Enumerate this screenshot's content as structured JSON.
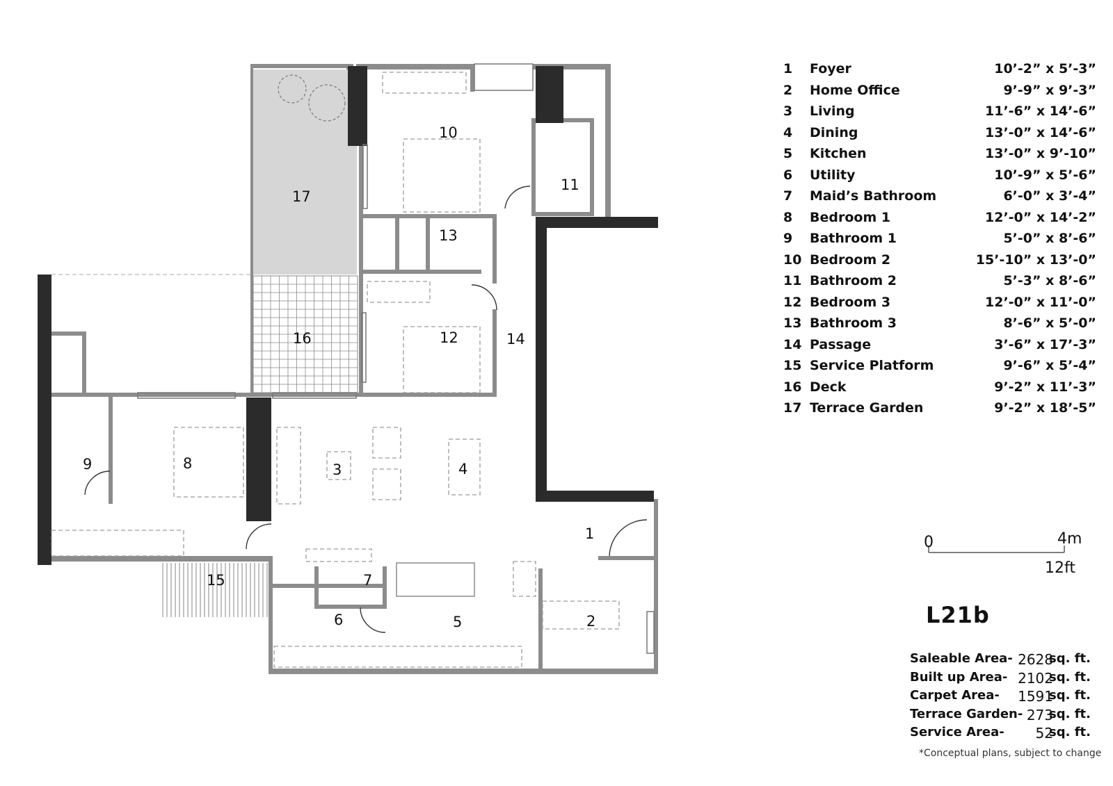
{
  "rooms": [
    {
      "num": "1",
      "name": "Foyer",
      "dim": "10’-2” x 5’-3”"
    },
    {
      "num": "2",
      "name": "Home Office",
      "dim": "9’-9” x 9’-3”"
    },
    {
      "num": "3",
      "name": "Living",
      "dim": "11’-6” x 14’-6”"
    },
    {
      "num": "4",
      "name": "Dining",
      "dim": "13’-0” x 14’-6”"
    },
    {
      "num": "5",
      "name": "Kitchen",
      "dim": "13’-0” x 9’-10”"
    },
    {
      "num": "6",
      "name": "Utility",
      "dim": "10’-9” x 5’-6”"
    },
    {
      "num": "7",
      "name": "Maid’s Bathroom",
      "dim": "6’-0” x 3’-4”"
    },
    {
      "num": "8",
      "name": "Bedroom 1",
      "dim": "12’-0” x 14’-2”"
    },
    {
      "num": "9",
      "name": "Bathroom 1",
      "dim": "5’-0” x 8’-6”"
    },
    {
      "num": "10",
      "name": "Bedroom 2",
      "dim": "15’-10” x 13’-0”"
    },
    {
      "num": "11",
      "name": "Bathroom 2",
      "dim": "5’-3” x  8’-6”"
    },
    {
      "num": "12",
      "name": "Bedroom 3",
      "dim": "12’-0” x 11’-0”"
    },
    {
      "num": "13",
      "name": "Bathroom 3",
      "dim": "8’-6” x 5’-0”"
    },
    {
      "num": "14",
      "name": "Passage",
      "dim": "3’-6” x 17’-3”"
    },
    {
      "num": "15",
      "name": "Service Platform",
      "dim": "9’-6” x 5’-4”"
    },
    {
      "num": "16",
      "name": "Deck",
      "dim": "9’-2” x 11’-3”"
    },
    {
      "num": "17",
      "name": "Terrace Garden",
      "dim": "9’-2” x 18’-5”"
    }
  ],
  "scale": {
    "zero": "0",
    "meters": "4m",
    "feet": "12ft"
  },
  "plan_id": "L21b",
  "areas": [
    {
      "label": "Saleable Area-",
      "value": "2628",
      "unit": "sq. ft."
    },
    {
      "label": "Built up Area-",
      "value": "2102",
      "unit": "sq. ft."
    },
    {
      "label": "Carpet Area-",
      "value": "1591",
      "unit": "sq. ft."
    },
    {
      "label": "Terrace Garden-",
      "value": "273",
      "unit": "sq. ft."
    },
    {
      "label": "Service Area-",
      "value": "52",
      "unit": "sq. ft."
    }
  ],
  "note": "*Conceptual plans, subject to change",
  "colors": {
    "wall_dark": "#2b2b2b",
    "wall_grey": "#8c8c8c",
    "terrace_fill": "#d6d6d6",
    "furniture": "#9a9a9a"
  }
}
